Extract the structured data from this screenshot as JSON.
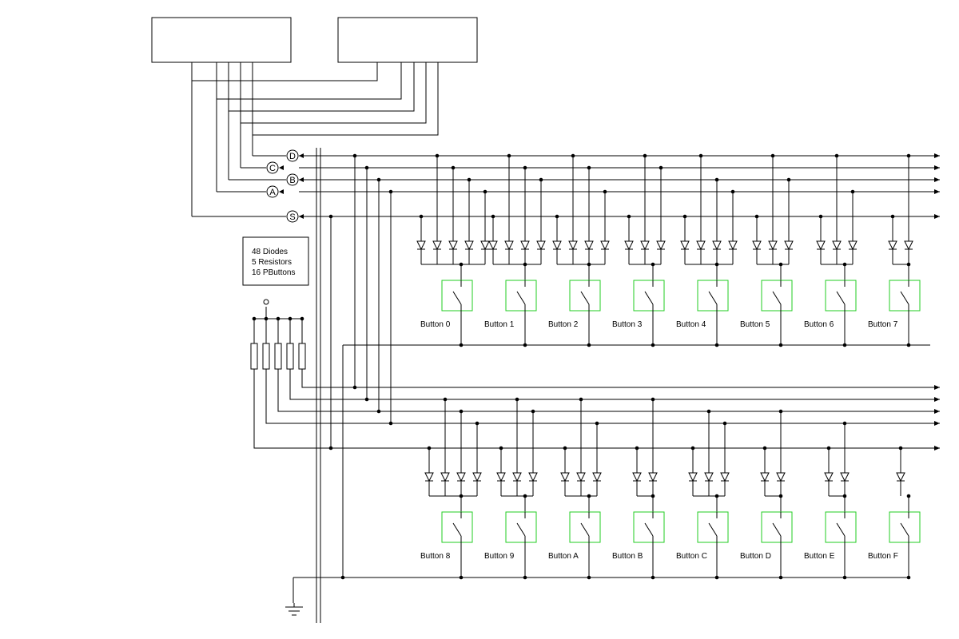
{
  "signals": [
    {
      "key": "D",
      "label": "D"
    },
    {
      "key": "C",
      "label": "C"
    },
    {
      "key": "B",
      "label": "B"
    },
    {
      "key": "A",
      "label": "A"
    },
    {
      "key": "S",
      "label": "S"
    }
  ],
  "parts": [
    "48 Diodes",
    "5 Resistors",
    "16 PButtons"
  ],
  "buttons": [
    {
      "label": "Button 0",
      "code": [
        0,
        0,
        0,
        0
      ]
    },
    {
      "label": "Button 1",
      "code": [
        0,
        0,
        0,
        1
      ]
    },
    {
      "label": "Button 2",
      "code": [
        0,
        0,
        1,
        0
      ]
    },
    {
      "label": "Button 3",
      "code": [
        0,
        0,
        1,
        1
      ]
    },
    {
      "label": "Button 4",
      "code": [
        0,
        1,
        0,
        0
      ]
    },
    {
      "label": "Button 5",
      "code": [
        0,
        1,
        0,
        1
      ]
    },
    {
      "label": "Button 6",
      "code": [
        0,
        1,
        1,
        0
      ]
    },
    {
      "label": "Button 7",
      "code": [
        0,
        1,
        1,
        1
      ]
    },
    {
      "label": "Button 8",
      "code": [
        1,
        0,
        0,
        0
      ]
    },
    {
      "label": "Button 9",
      "code": [
        1,
        0,
        0,
        1
      ]
    },
    {
      "label": "Button A",
      "code": [
        1,
        0,
        1,
        0
      ]
    },
    {
      "label": "Button B",
      "code": [
        1,
        0,
        1,
        1
      ]
    },
    {
      "label": "Button C",
      "code": [
        1,
        1,
        0,
        0
      ]
    },
    {
      "label": "Button D",
      "code": [
        1,
        1,
        0,
        1
      ]
    },
    {
      "label": "Button E",
      "code": [
        1,
        1,
        1,
        0
      ]
    },
    {
      "label": "Button F",
      "code": [
        1,
        1,
        1,
        1
      ]
    }
  ],
  "colors": {
    "wire": "#000000",
    "switch_outline": "#22cc22"
  }
}
